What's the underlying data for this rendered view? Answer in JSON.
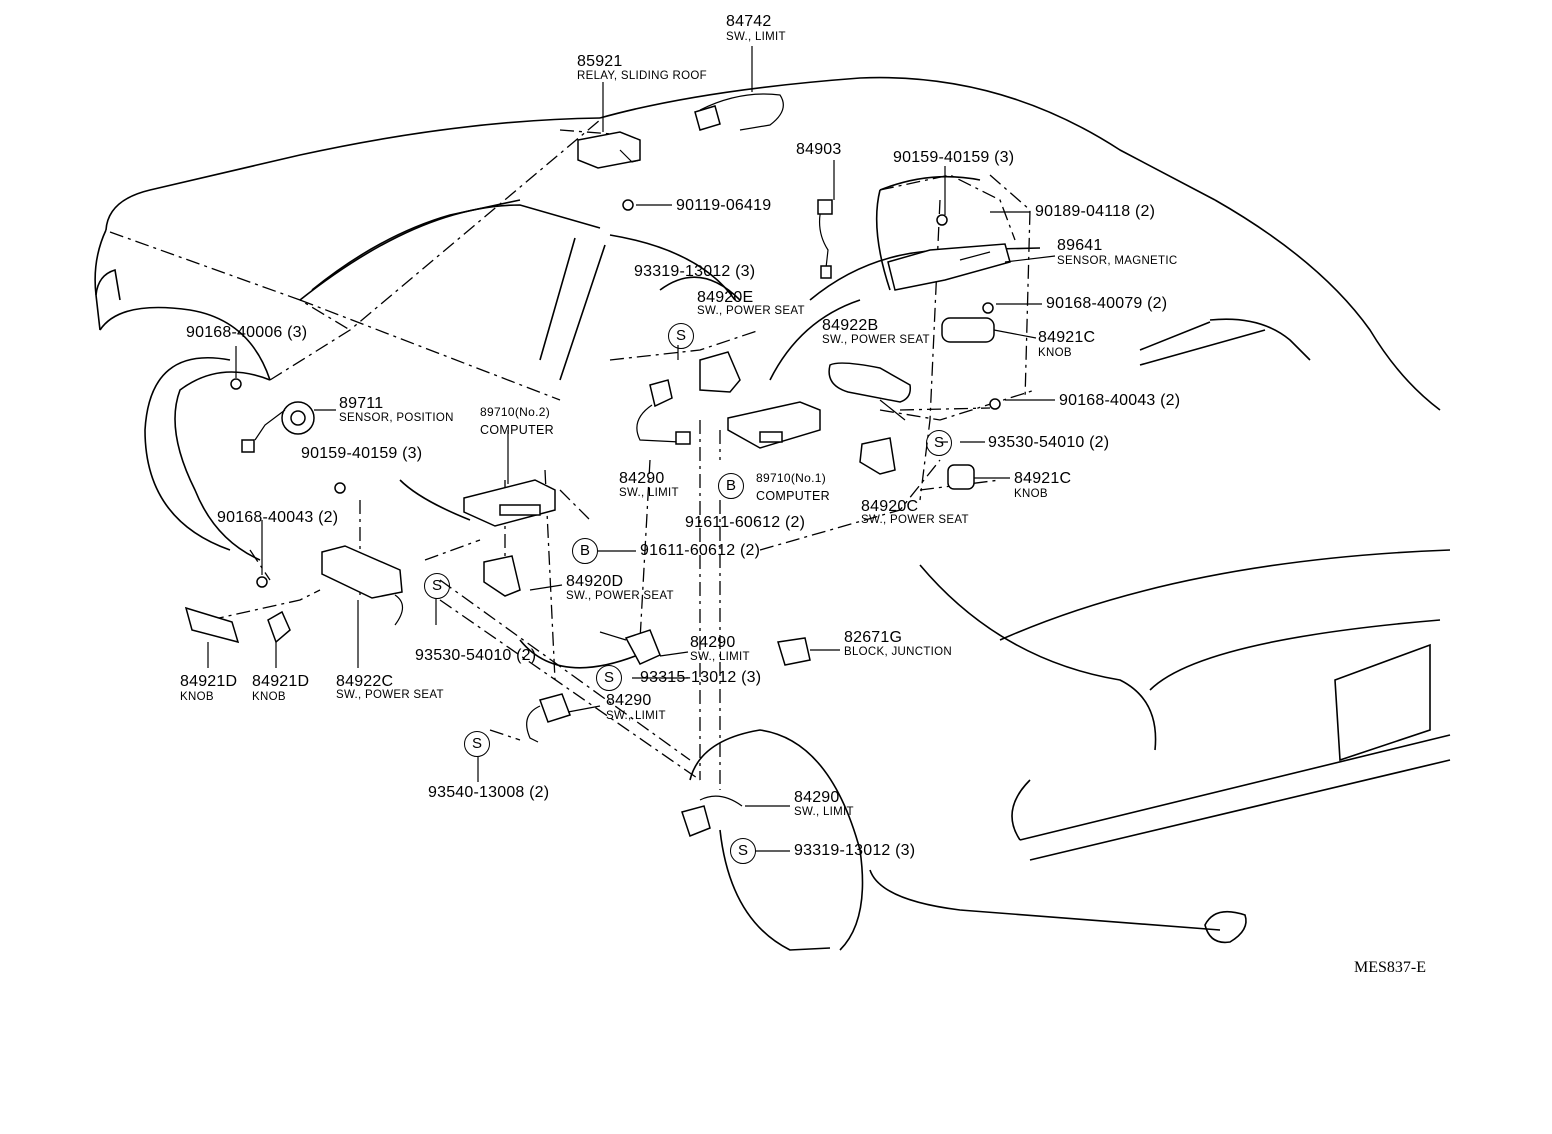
{
  "diagram_id": "MES837-E",
  "symbols": {
    "s": "S",
    "b": "B"
  },
  "callouts": [
    {
      "id": "p84742",
      "number": "84742",
      "desc": "SW., LIMIT"
    },
    {
      "id": "p85921",
      "number": "85921",
      "desc": "RELAY, SLIDING ROOF"
    },
    {
      "id": "p90119",
      "number": "90119-06419",
      "desc": ""
    },
    {
      "id": "p84903",
      "number": "84903",
      "desc": ""
    },
    {
      "id": "p90159a",
      "number": "90159-40159 (3)",
      "desc": ""
    },
    {
      "id": "p90189",
      "number": "90189-04118 (2)",
      "desc": ""
    },
    {
      "id": "p89641",
      "number": "89641",
      "desc": "SENSOR, MAGNETIC"
    },
    {
      "id": "p93319a",
      "number": "93319-13012 (3)",
      "desc": ""
    },
    {
      "id": "p84920E",
      "number": "84920E",
      "desc": "SW., POWER SEAT"
    },
    {
      "id": "p90168c",
      "number": "90168-40079 (2)",
      "desc": ""
    },
    {
      "id": "p84922B",
      "number": "84922B",
      "desc": "SW., POWER SEAT"
    },
    {
      "id": "p84921Ca",
      "number": "84921C",
      "desc": "KNOB"
    },
    {
      "id": "p90168a",
      "number": "90168-40006 (3)",
      "desc": ""
    },
    {
      "id": "p89711",
      "number": "89711",
      "desc": "SENSOR, POSITION"
    },
    {
      "id": "p89710n2",
      "number": "89710(No.2)",
      "desc": "COMPUTER"
    },
    {
      "id": "p90168d",
      "number": "90168-40043 (2)",
      "desc": ""
    },
    {
      "id": "p93530a",
      "number": "93530-54010 (2)",
      "desc": ""
    },
    {
      "id": "p90159b",
      "number": "90159-40159 (3)",
      "desc": ""
    },
    {
      "id": "p84290a",
      "number": "84290",
      "desc": "SW., LIMIT"
    },
    {
      "id": "p89710n1",
      "number": "89710(No.1)",
      "desc": "COMPUTER"
    },
    {
      "id": "p84921Cb",
      "number": "84921C",
      "desc": "KNOB"
    },
    {
      "id": "p91611a",
      "number": "91611-60612 (2)",
      "desc": ""
    },
    {
      "id": "p84920C",
      "number": "84920C",
      "desc": "SW., POWER SEAT"
    },
    {
      "id": "p90168b",
      "number": "90168-40043 (2)",
      "desc": ""
    },
    {
      "id": "p91611b",
      "number": "91611-60612 (2)",
      "desc": ""
    },
    {
      "id": "p84920D",
      "number": "84920D",
      "desc": "SW., POWER SEAT"
    },
    {
      "id": "p84290b",
      "number": "84290",
      "desc": "SW., LIMIT"
    },
    {
      "id": "p82671G",
      "number": "82671G",
      "desc": "BLOCK, JUNCTION"
    },
    {
      "id": "p93530b",
      "number": "93530-54010 (2)",
      "desc": ""
    },
    {
      "id": "p93315",
      "number": "93315-13012 (3)",
      "desc": ""
    },
    {
      "id": "p84921Da",
      "number": "84921D",
      "desc": "KNOB"
    },
    {
      "id": "p84921Db",
      "number": "84921D",
      "desc": "KNOB"
    },
    {
      "id": "p84922C",
      "number": "84922C",
      "desc": "SW., POWER SEAT"
    },
    {
      "id": "p84290c",
      "number": "84290",
      "desc": "SW., LIMIT"
    },
    {
      "id": "p93540",
      "number": "93540-13008 (2)",
      "desc": ""
    },
    {
      "id": "p84290d",
      "number": "84290",
      "desc": "SW., LIMIT"
    },
    {
      "id": "p93319b",
      "number": "93319-13012 (3)",
      "desc": ""
    }
  ]
}
